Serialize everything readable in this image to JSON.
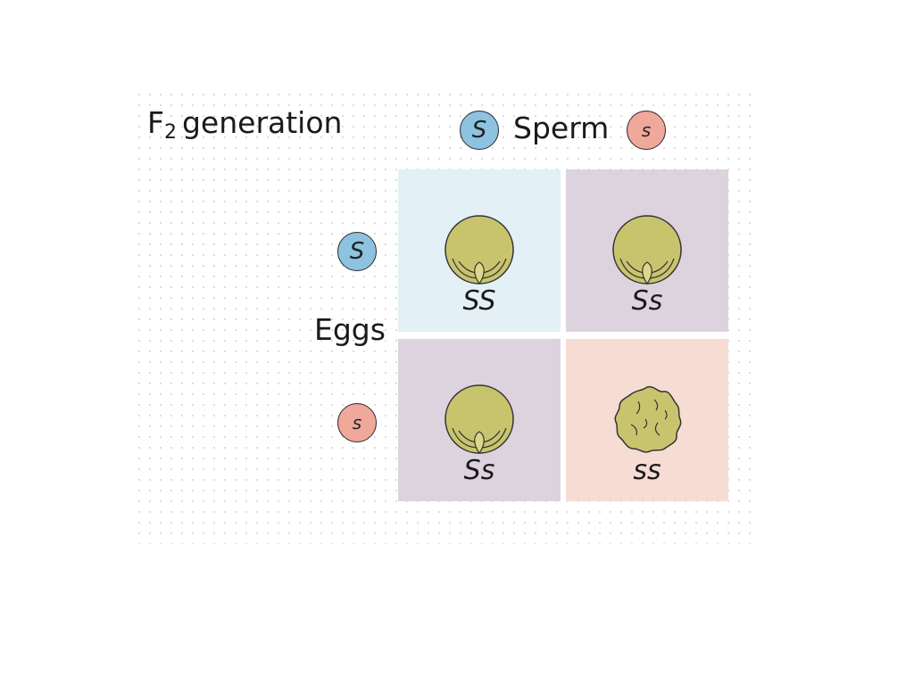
{
  "title": {
    "main": "F",
    "subscript": "2",
    "rest": "generation"
  },
  "sperm": {
    "label": "Sperm",
    "dominant": "S",
    "recessive": "s"
  },
  "eggs": {
    "label": "Eggs",
    "dominant": "S",
    "recessive": "s"
  },
  "cells": [
    {
      "genotype": "SS",
      "color": "#e3f1f6",
      "seed": "round"
    },
    {
      "genotype": "Ss",
      "color": "#ddd3de",
      "seed": "round"
    },
    {
      "genotype": "Ss",
      "color": "#ddd3de",
      "seed": "round"
    },
    {
      "genotype": "ss",
      "color": "#f7dcd4",
      "seed": "wrinkled"
    }
  ],
  "colors": {
    "dominant_allele": "#8dc3e0",
    "recessive_allele": "#f0a89b",
    "seed": "#c8c46e"
  }
}
